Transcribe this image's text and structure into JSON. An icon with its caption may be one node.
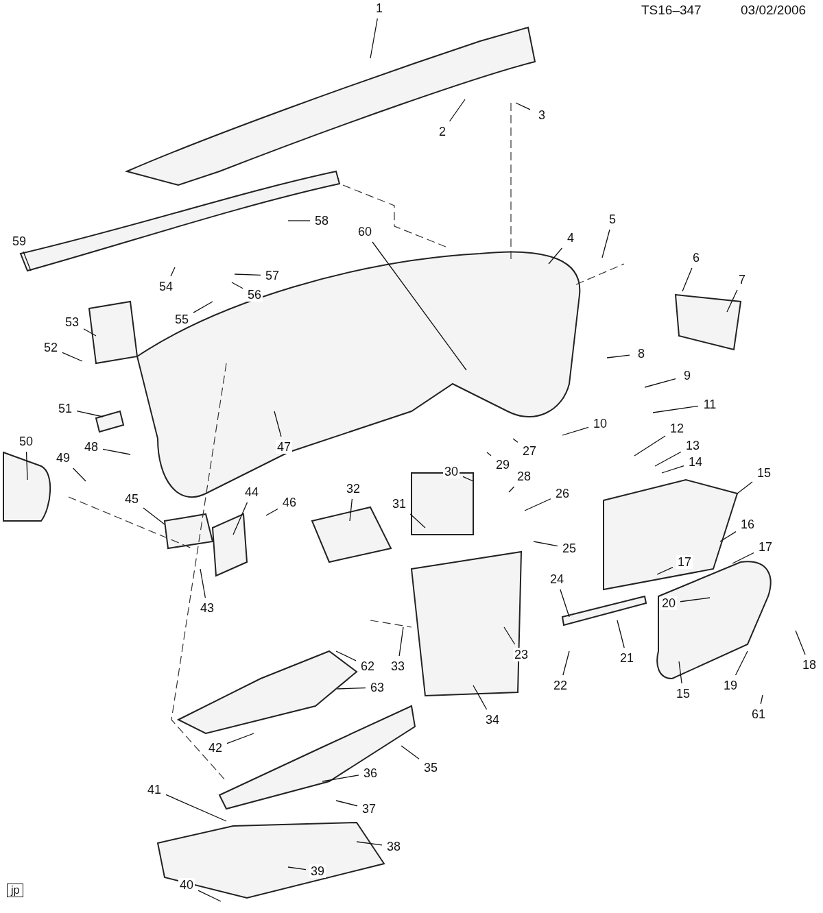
{
  "diagram": {
    "nodes": [
      {
        "text": [
          "1"
        ]
      },
      {
        "text": [
          "2"
        ]
      },
      {
        "text": [
          "3"
        ]
      },
      {
        "text": [
          "4"
        ]
      },
      {
        "text": [
          "5"
        ]
      },
      {
        "text": [
          "6"
        ]
      },
      {
        "text": [
          "7"
        ]
      },
      {
        "text": [
          "8"
        ]
      },
      {
        "text": [
          "9"
        ]
      },
      {
        "text": [
          "10"
        ]
      },
      {
        "text": [
          "11"
        ]
      },
      {
        "text": [
          "12"
        ]
      },
      {
        "text": [
          "13"
        ]
      },
      {
        "text": [
          "14"
        ]
      },
      {
        "text": [
          "15"
        ]
      },
      {
        "text": [
          "16"
        ]
      },
      {
        "text": [
          "17"
        ]
      },
      {
        "text": [
          "17"
        ]
      },
      {
        "text": [
          "18"
        ]
      },
      {
        "text": [
          "19"
        ]
      },
      {
        "text": [
          "15"
        ]
      },
      {
        "text": [
          "20"
        ]
      },
      {
        "text": [
          "21"
        ]
      },
      {
        "text": [
          "22"
        ]
      },
      {
        "text": [
          "23"
        ]
      },
      {
        "text": [
          "24"
        ]
      },
      {
        "text": [
          "25"
        ]
      },
      {
        "text": [
          "26"
        ]
      },
      {
        "text": [
          "27"
        ]
      },
      {
        "text": [
          "28"
        ]
      },
      {
        "text": [
          "29"
        ]
      },
      {
        "text": [
          "30"
        ]
      },
      {
        "text": [
          "31"
        ]
      },
      {
        "text": [
          "32"
        ]
      },
      {
        "text": [
          "33"
        ]
      },
      {
        "text": [
          "34"
        ]
      },
      {
        "text": [
          "35"
        ]
      },
      {
        "text": [
          "36"
        ]
      },
      {
        "text": [
          "37"
        ]
      },
      {
        "text": [
          "38"
        ]
      },
      {
        "text": [
          "39"
        ]
      },
      {
        "text": [
          "40"
        ]
      },
      {
        "text": [
          "41"
        ]
      },
      {
        "text": [
          "42"
        ]
      },
      {
        "text": [
          "43"
        ]
      },
      {
        "text": [
          "44"
        ]
      },
      {
        "text": [
          "45"
        ]
      },
      {
        "text": [
          "46"
        ]
      },
      {
        "text": [
          "47"
        ]
      },
      {
        "text": [
          "48"
        ]
      },
      {
        "text": [
          "49"
        ]
      },
      {
        "text": [
          "50"
        ]
      },
      {
        "text": [
          "51"
        ]
      },
      {
        "text": [
          "52"
        ]
      },
      {
        "text": [
          "53"
        ]
      },
      {
        "text": [
          "54"
        ]
      },
      {
        "text": [
          "55"
        ]
      },
      {
        "text": [
          "56"
        ]
      },
      {
        "text": [
          "57"
        ]
      },
      {
        "text": [
          "58"
        ]
      },
      {
        "text": [
          "59"
        ]
      },
      {
        "text": [
          "60"
        ]
      },
      {
        "text": [
          "61"
        ]
      },
      {
        "text": [
          "62"
        ]
      },
      {
        "text": [
          "63"
        ]
      }
    ],
    "edges": [
      {
        "from": 0,
        "to": null,
        "arrow": "none"
      },
      {
        "from": 1,
        "to": null,
        "arrow": "none"
      },
      {
        "from": 2,
        "to": null,
        "arrow": "none"
      },
      {
        "from": 3,
        "to": null,
        "arrow": "none"
      },
      {
        "from": 4,
        "to": null,
        "arrow": "none"
      },
      {
        "from": 5,
        "to": null,
        "arrow": "none"
      },
      {
        "from": 6,
        "to": null,
        "arrow": "none"
      },
      {
        "from": 7,
        "to": null,
        "arrow": "none"
      },
      {
        "from": 8,
        "to": null,
        "arrow": "none"
      },
      {
        "from": 9,
        "to": null,
        "arrow": "none"
      },
      {
        "from": 10,
        "to": null,
        "arrow": "none"
      },
      {
        "from": 11,
        "to": null,
        "arrow": "none"
      },
      {
        "from": 12,
        "to": null,
        "arrow": "none"
      },
      {
        "from": 13,
        "to": null,
        "arrow": "none"
      },
      {
        "from": 14,
        "to": null,
        "arrow": "none"
      },
      {
        "from": 15,
        "to": null,
        "arrow": "none"
      },
      {
        "from": 16,
        "to": null,
        "arrow": "none"
      },
      {
        "from": 17,
        "to": null,
        "arrow": "none"
      },
      {
        "from": 18,
        "to": null,
        "arrow": "none"
      },
      {
        "from": 19,
        "to": null,
        "arrow": "none"
      },
      {
        "from": 20,
        "to": null,
        "arrow": "none"
      },
      {
        "from": 21,
        "to": null,
        "arrow": "none"
      },
      {
        "from": 22,
        "to": null,
        "arrow": "none"
      },
      {
        "from": 23,
        "to": null,
        "arrow": "none"
      },
      {
        "from": 24,
        "to": null,
        "arrow": "none"
      },
      {
        "from": 25,
        "to": null,
        "arrow": "none"
      },
      {
        "from": 26,
        "to": null,
        "arrow": "none"
      },
      {
        "from": 27,
        "to": null,
        "arrow": "none"
      },
      {
        "from": 28,
        "to": null,
        "arrow": "none"
      },
      {
        "from": 29,
        "to": null,
        "arrow": "none"
      },
      {
        "from": 30,
        "to": null,
        "arrow": "none"
      },
      {
        "from": 31,
        "to": null,
        "arrow": "none"
      },
      {
        "from": 32,
        "to": null,
        "arrow": "none"
      },
      {
        "from": 33,
        "to": null,
        "arrow": "none"
      },
      {
        "from": 34,
        "to": null,
        "arrow": "none"
      },
      {
        "from": 35,
        "to": null,
        "arrow": "none"
      },
      {
        "from": 36,
        "to": null,
        "arrow": "none"
      },
      {
        "from": 37,
        "to": null,
        "arrow": "none"
      },
      {
        "from": 38,
        "to": null,
        "arrow": "none"
      },
      {
        "from": 39,
        "to": null,
        "arrow": "none"
      },
      {
        "from": 40,
        "to": null,
        "arrow": "none"
      },
      {
        "from": 41,
        "to": null,
        "arrow": "none"
      },
      {
        "from": 42,
        "to": null,
        "arrow": "none"
      },
      {
        "from": 43,
        "to": null,
        "arrow": "none"
      },
      {
        "from": 44,
        "to": null,
        "arrow": "none"
      },
      {
        "from": 45,
        "to": null,
        "arrow": "none"
      },
      {
        "from": 46,
        "to": null,
        "arrow": "none"
      },
      {
        "from": 47,
        "to": null,
        "arrow": "none"
      },
      {
        "from": 48,
        "to": null,
        "arrow": "none"
      },
      {
        "from": 49,
        "to": null,
        "arrow": "none"
      },
      {
        "from": 50,
        "to": null,
        "arrow": "none"
      },
      {
        "from": 51,
        "to": null,
        "arrow": "none"
      },
      {
        "from": 52,
        "to": null,
        "arrow": "none"
      },
      {
        "from": 53,
        "to": null,
        "arrow": "none"
      },
      {
        "from": 54,
        "to": null,
        "arrow": "none"
      },
      {
        "from": 55,
        "to": null,
        "arrow": "none"
      },
      {
        "from": 56,
        "to": null,
        "arrow": "none"
      },
      {
        "from": 57,
        "to": null,
        "arrow": "none"
      },
      {
        "from": 58,
        "to": null,
        "arrow": "none"
      },
      {
        "from": 59,
        "to": null,
        "arrow": "none"
      },
      {
        "from": 60,
        "to": null,
        "arrow": "none"
      },
      {
        "from": 61,
        "to": null,
        "arrow": "none"
      },
      {
        "from": 62,
        "to": null,
        "arrow": "none"
      },
      {
        "from": 63,
        "to": null,
        "arrow": "none"
      },
      {
        "from": 64,
        "to": null,
        "arrow": "none"
      }
    ],
    "labels": [
      "TS16–347",
      "03/02/2006",
      "jp"
    ]
  }
}
